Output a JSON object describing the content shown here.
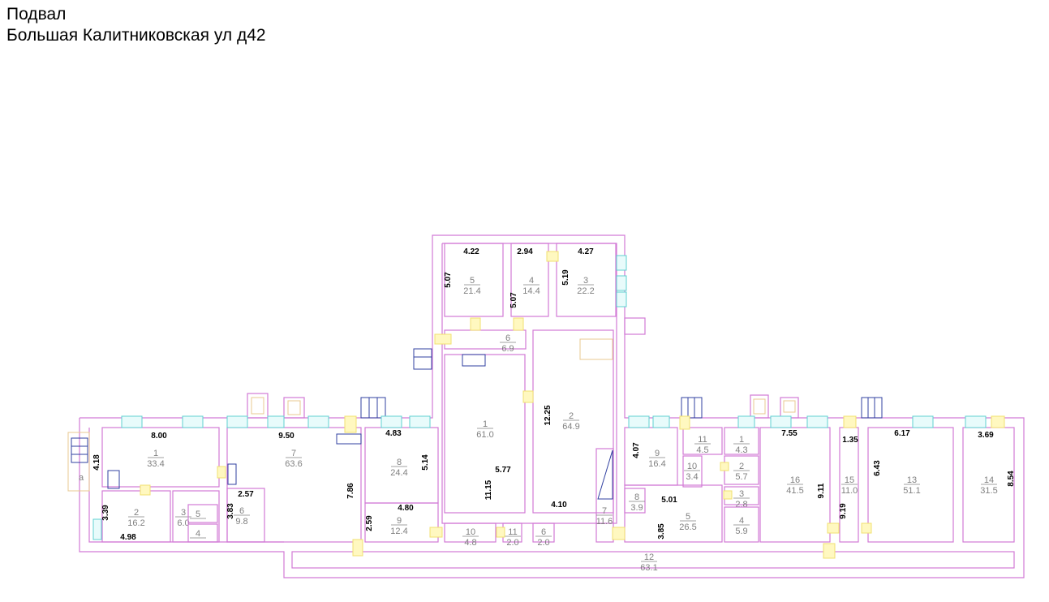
{
  "header": {
    "line1": "Подвал",
    "line2": "Большая Калитниковская ул д42"
  },
  "colors": {
    "walls": "#d27ad6",
    "windows": "#5fd0d0",
    "doors": "#f0e070",
    "stairs": "#3040a0"
  },
  "stair_label": "a",
  "rooms": [
    {
      "num": "1",
      "area": "33.4"
    },
    {
      "num": "2",
      "area": "16.2"
    },
    {
      "num": "3",
      "area": "6.0"
    },
    {
      "num": "5",
      "area": ""
    },
    {
      "num": "4",
      "area": ""
    },
    {
      "num": "6",
      "area": "9.8"
    },
    {
      "num": "7",
      "area": "63.6"
    },
    {
      "num": "8",
      "area": "24.4"
    },
    {
      "num": "9",
      "area": "12.4"
    },
    {
      "num": "5",
      "area": "21.4"
    },
    {
      "num": "4",
      "area": "14.4"
    },
    {
      "num": "3",
      "area": "22.2"
    },
    {
      "num": "6",
      "area": "6.9"
    },
    {
      "num": "1",
      "area": "61.0"
    },
    {
      "num": "2",
      "area": "64.9"
    },
    {
      "num": "7",
      "area": "11.6"
    },
    {
      "num": "10",
      "area": "4.8"
    },
    {
      "num": "11",
      "area": "2.0"
    },
    {
      "num": "6",
      "area": "2.0"
    },
    {
      "num": "9",
      "area": "16.4"
    },
    {
      "num": "11",
      "area": "4.5"
    },
    {
      "num": "10",
      "area": "3.4"
    },
    {
      "num": "8",
      "area": "3.9"
    },
    {
      "num": "5",
      "area": "26.5"
    },
    {
      "num": "1",
      "area": "4.3"
    },
    {
      "num": "2",
      "area": "5.7"
    },
    {
      "num": "3",
      "area": "2.8"
    },
    {
      "num": "4",
      "area": "5.9"
    },
    {
      "num": "16",
      "area": "41.5"
    },
    {
      "num": "15",
      "area": "11.0"
    },
    {
      "num": "13",
      "area": "51.1"
    },
    {
      "num": "14",
      "area": "31.5"
    },
    {
      "num": "12",
      "area": "63.1"
    }
  ],
  "dimensions": [
    "8.00",
    "4.18",
    "3.39",
    "4.98",
    "9.50",
    "3.83",
    "2.57",
    "7.86",
    "4.83",
    "5.14",
    "4.80",
    "2.59",
    "4.22",
    "5.07",
    "2.94",
    "5.07",
    "5.19",
    "4.27",
    "12.25",
    "5.77",
    "11.15",
    "4.10",
    "4.07",
    "5.01",
    "3.85",
    "7.55",
    "9.11",
    "1.35",
    "9.19",
    "6.17",
    "6.43",
    "3.69",
    "8.54"
  ]
}
